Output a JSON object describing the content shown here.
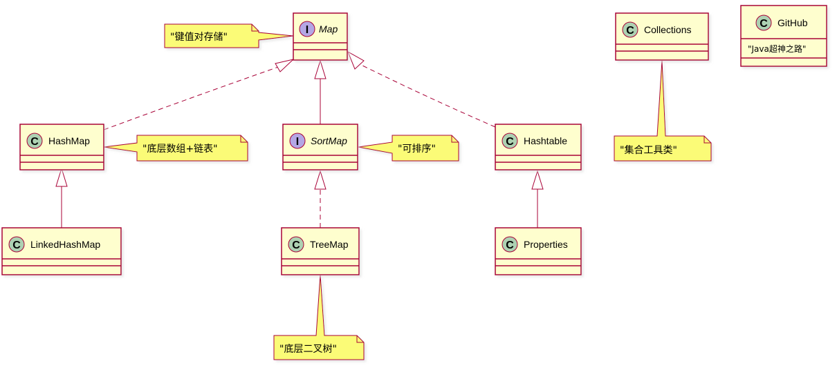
{
  "colors": {
    "class_fill": "#FEFECE",
    "class_border": "#A80036",
    "note_fill": "#FBFB77",
    "note_border": "#A80036",
    "class_circle": "#ADD1B2",
    "interface_circle": "#B4A7E5",
    "edge": "#A80036",
    "shadow": "#B9B9B9"
  },
  "classes": {
    "map": {
      "name": "Map",
      "kind": "interface"
    },
    "hashmap": {
      "name": "HashMap",
      "kind": "class"
    },
    "sortmap": {
      "name": "SortMap",
      "kind": "interface"
    },
    "hashtable": {
      "name": "Hashtable",
      "kind": "class"
    },
    "linkedhashmap": {
      "name": "LinkedHashMap",
      "kind": "class"
    },
    "treemap": {
      "name": "TreeMap",
      "kind": "class"
    },
    "properties": {
      "name": "Properties",
      "kind": "class"
    },
    "collections": {
      "name": "Collections",
      "kind": "class"
    },
    "github": {
      "name": "GitHub",
      "kind": "class",
      "field": "\"Java超神之路\""
    }
  },
  "notes": {
    "map_note": "\"键值对存储\"",
    "hashmap_note": "\"底层数组+链表\"",
    "sortmap_note": "\"可排序\"",
    "collections_note": "\"集合工具类\"",
    "treemap_note": "\"底层二叉树\""
  },
  "circle_letters": {
    "class": "C",
    "interface": "I"
  }
}
